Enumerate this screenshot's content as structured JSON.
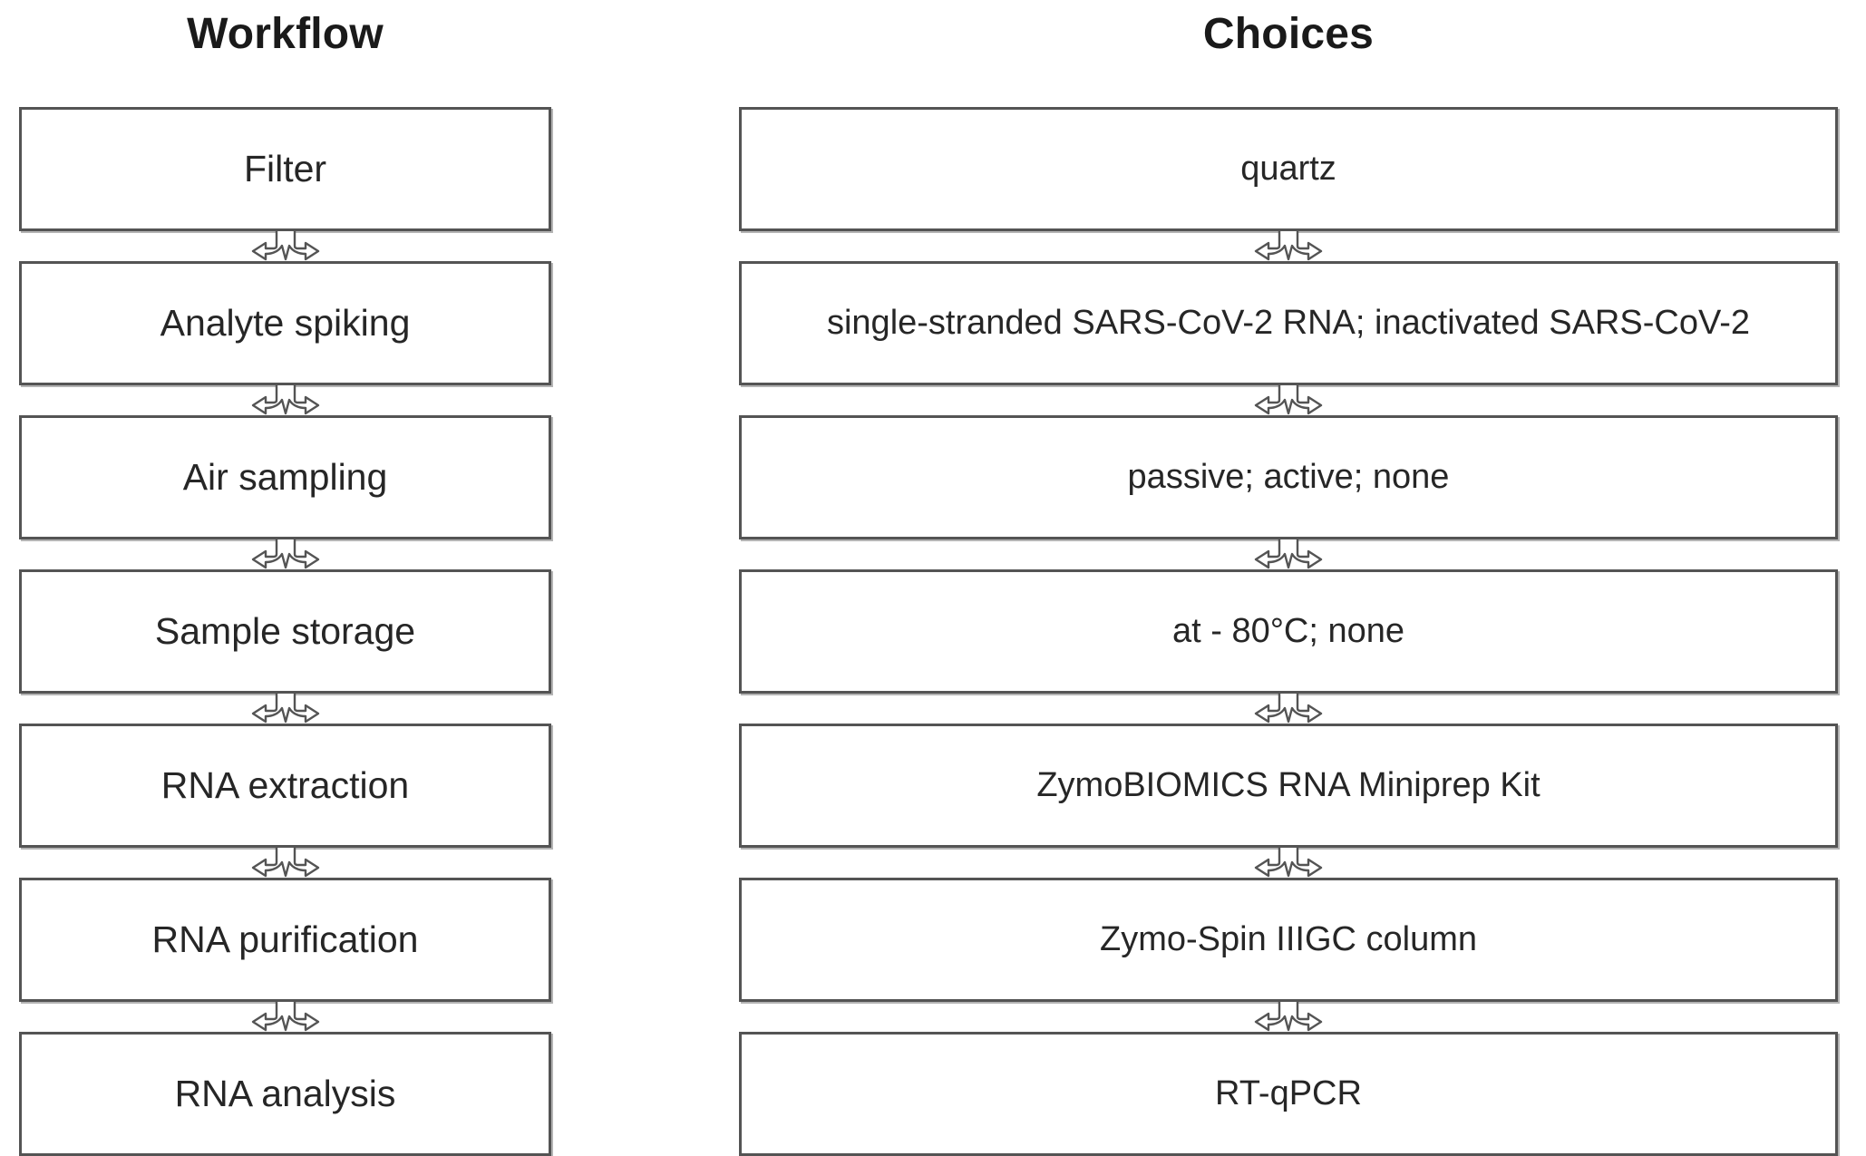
{
  "headers": {
    "workflow": "Workflow",
    "choices": "Choices"
  },
  "colors": {
    "box_border": "#545454",
    "box_shadow": "#b4b4b4",
    "text": "#262626",
    "header_text": "#1a1a1a",
    "background": "#ffffff"
  },
  "icons": {
    "connector": "down-arrow-icon"
  },
  "diagram_data": {
    "type": "flowchart",
    "orientation": "vertical",
    "columns": [
      "Workflow",
      "Choices"
    ],
    "step_count": 7,
    "connector": "hollow-down-arrow",
    "steps": [
      {
        "workflow": "Filter",
        "choices": "quartz"
      },
      {
        "workflow": "Analyte spiking",
        "choices": "single-stranded SARS-CoV-2 RNA; inactivated SARS-CoV-2"
      },
      {
        "workflow": "Air sampling",
        "choices": "passive; active; none"
      },
      {
        "workflow": "Sample storage",
        "choices": "at - 80°C; none"
      },
      {
        "workflow": "RNA extraction",
        "choices": "ZymoBIOMICS RNA Miniprep Kit"
      },
      {
        "workflow": "RNA purification",
        "choices": "Zymo-Spin IIIGC column"
      },
      {
        "workflow": "RNA analysis",
        "choices": "RT-qPCR"
      }
    ]
  }
}
